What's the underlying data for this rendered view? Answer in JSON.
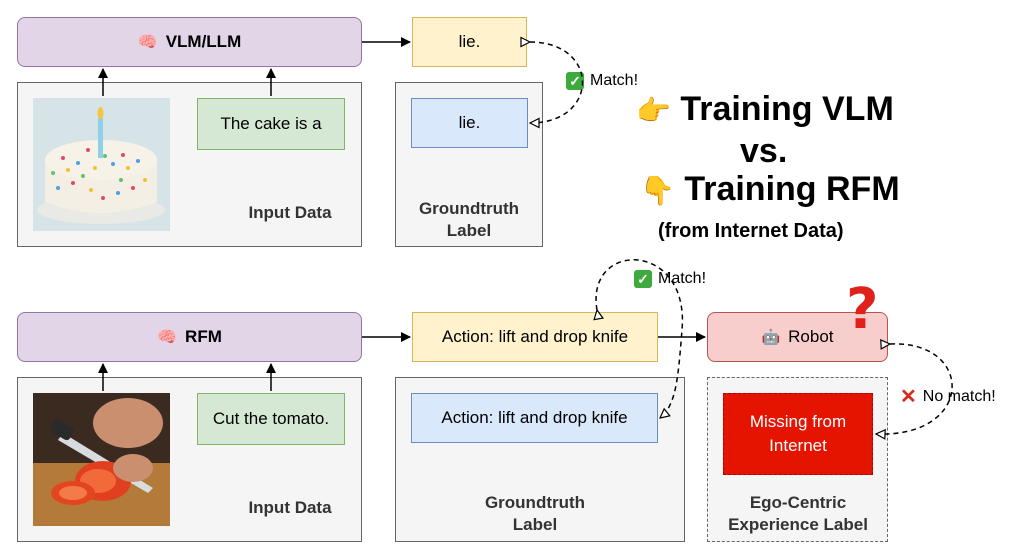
{
  "top": {
    "model_label": "VLM/LLM",
    "model_icon": "brain-icon",
    "output": "lie.",
    "input_text": "The cake is a",
    "input_data_label": "Input Data",
    "groundtruth_value": "lie.",
    "groundtruth_label": "Groundtruth Label",
    "match_text": "Match!"
  },
  "title": {
    "line1": "Training VLM",
    "line2": "vs.",
    "line3": "Training RFM",
    "line4": "(from Internet Data)",
    "pointer_right_icon": "pointing-right-hand-icon",
    "pointer_down_icon": "pointing-down-hand-icon"
  },
  "bottom": {
    "model_label": "RFM",
    "model_icon": "brain-icon",
    "output": "Action: lift and drop knife",
    "input_text": "Cut the tomato.",
    "input_data_label": "Input Data",
    "groundtruth_value": "Action: lift and drop knife",
    "groundtruth_label": "Groundtruth Label",
    "match_text": "Match!",
    "robot_label": "Robot",
    "robot_icon": "robot-icon",
    "question_icon": "question-mark-icon",
    "missing_text": "Missing from Internet",
    "ego_label": "Ego-Centric Experience Label",
    "no_match_text": "No match!"
  },
  "colors": {
    "purple_fill": "#e1d5e7",
    "yellow_fill": "#fff2cc",
    "blue_fill": "#dae8fc",
    "green_fill": "#d5e8d4",
    "robot_fill": "#f8cecc",
    "missing_fill": "#e51400",
    "question_red": "#e0201a"
  }
}
